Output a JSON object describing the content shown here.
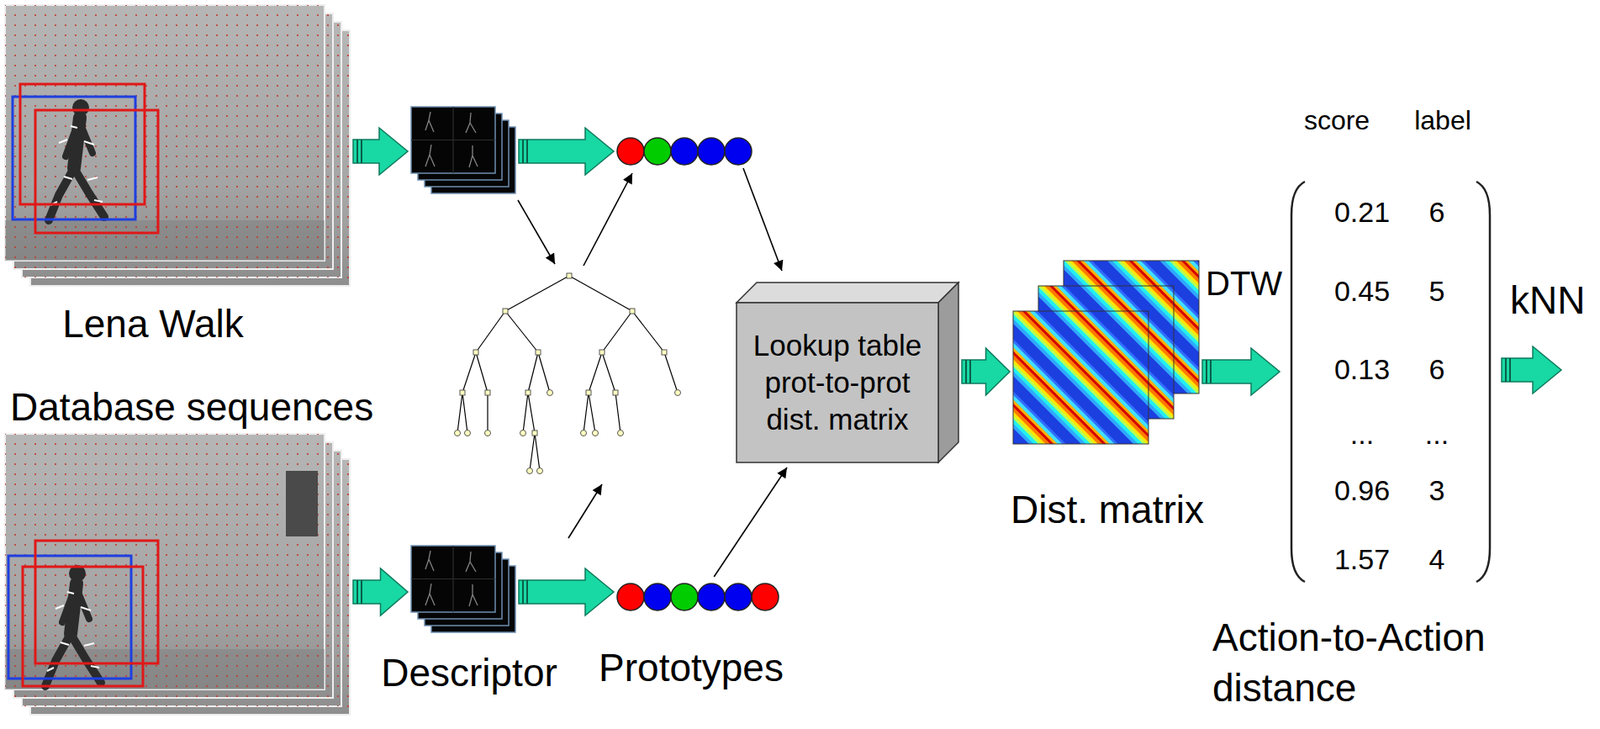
{
  "diagram": {
    "nodes": [
      {
        "text": [
          "Lena Walk"
        ]
      },
      {
        "text": [
          "Lookup table prot-to-prot dist. matrix"
        ]
      },
      {
        "text": [
          "Dist. matrix"
        ]
      },
      {
        "text": [
          "Action-to-Action distance"
        ]
      },
      {
        "text": [
          "Database sequences"
        ]
      },
      {
        "text": [
          "Descriptor"
        ]
      },
      {
        "text": [
          "Prototypes"
        ]
      }
    ],
    "edges": [
      {
        "from": 4,
        "to": 5,
        "arrow": "to"
      },
      {
        "from": 5,
        "to": 6,
        "arrow": "to"
      },
      {
        "from": 6,
        "to": 1,
        "arrow": "to"
      },
      {
        "from": 1,
        "to": 2,
        "arrow": "to"
      },
      {
        "from": 2,
        "to": 3,
        "arrow": "to",
        "label": "DTW"
      }
    ],
    "labels": [
      "score",
      "label",
      "0.21",
      "6",
      "0.45",
      "5",
      "0.13",
      "6",
      "...",
      "...",
      "0.96",
      "3",
      "1.57",
      "4",
      "kNN"
    ]
  }
}
